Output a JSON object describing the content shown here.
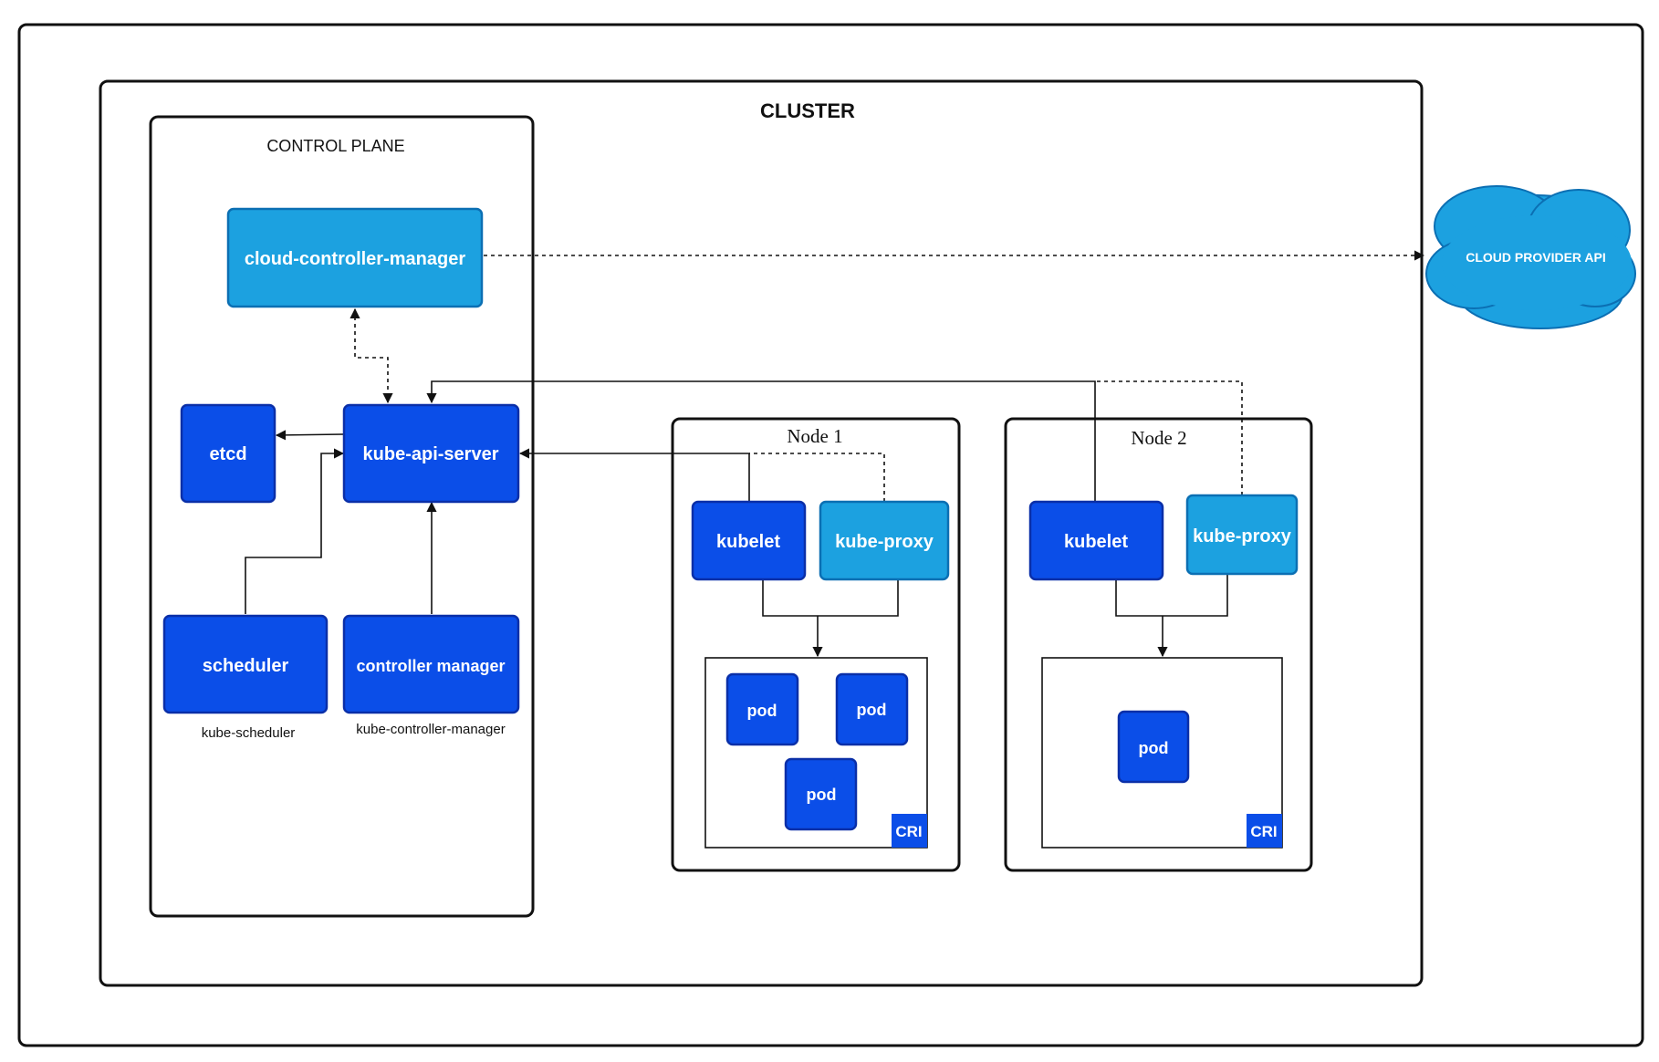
{
  "cluster": {
    "title": "CLUSTER"
  },
  "control_plane": {
    "title": "CONTROL PLANE",
    "cloud_controller_manager": "cloud-controller-manager",
    "etcd": "etcd",
    "kube_api_server": "kube-api-server",
    "scheduler": "scheduler",
    "scheduler_caption": "kube-scheduler",
    "controller_manager": "controller manager",
    "controller_manager_caption": "kube-controller-manager"
  },
  "cloud_provider": {
    "label": "CLOUD PROVIDER API"
  },
  "node1": {
    "title": "Node 1",
    "kubelet": "kubelet",
    "kube_proxy": "kube-proxy",
    "pods": [
      "pod",
      "pod",
      "pod"
    ],
    "cri": "CRI"
  },
  "node2": {
    "title": "Node 2",
    "kubelet": "kubelet",
    "kube_proxy": "kube-proxy",
    "pods": [
      "pod"
    ],
    "cri": "CRI"
  },
  "colors": {
    "dark_blue": "#0b4ee8",
    "light_blue": "#1ca1e0",
    "cloud": "#1ca1e0",
    "border": "#111111"
  }
}
